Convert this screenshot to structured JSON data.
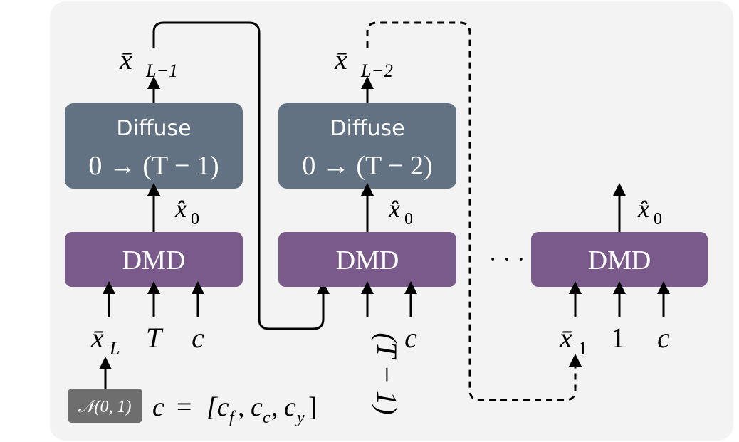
{
  "stage1": {
    "output_label": "x̄",
    "output_sub": "L−1",
    "diffuse_title": "Diffuse",
    "diffuse_range": "0 → (T − 1)",
    "x0_label": "x̂",
    "x0_sub": "0",
    "dmd_label": "DMD",
    "inputs": {
      "x_label": "x̄",
      "x_sub": "L",
      "t_label": "T",
      "c_label": "c"
    }
  },
  "stage2": {
    "output_label": "x̄",
    "output_sub": "L−2",
    "diffuse_title": "Diffuse",
    "diffuse_range": "0 → (T − 2)",
    "x0_label": "x̂",
    "x0_sub": "0",
    "dmd_label": "DMD",
    "inputs": {
      "t_label": "(T − 1)",
      "c_label": "c"
    }
  },
  "stage3": {
    "x0_label": "x̂",
    "x0_sub": "0",
    "dmd_label": "DMD",
    "inputs": {
      "x_label": "x̄",
      "x_sub": "1",
      "t_label": "1",
      "c_label": "c"
    }
  },
  "ellipsis": "· · ·",
  "noise_label": "𝒩(0, 1)",
  "condition": {
    "lhs": "c",
    "eq": "=",
    "rhs": "[c",
    "f": "f",
    "c_c": "c",
    "c_y": "y"
  },
  "colors": {
    "diffuse": "#627283",
    "dmd": "#7a5a8a",
    "noise": "#6e6e6e",
    "panel": "#f3f3f3"
  }
}
